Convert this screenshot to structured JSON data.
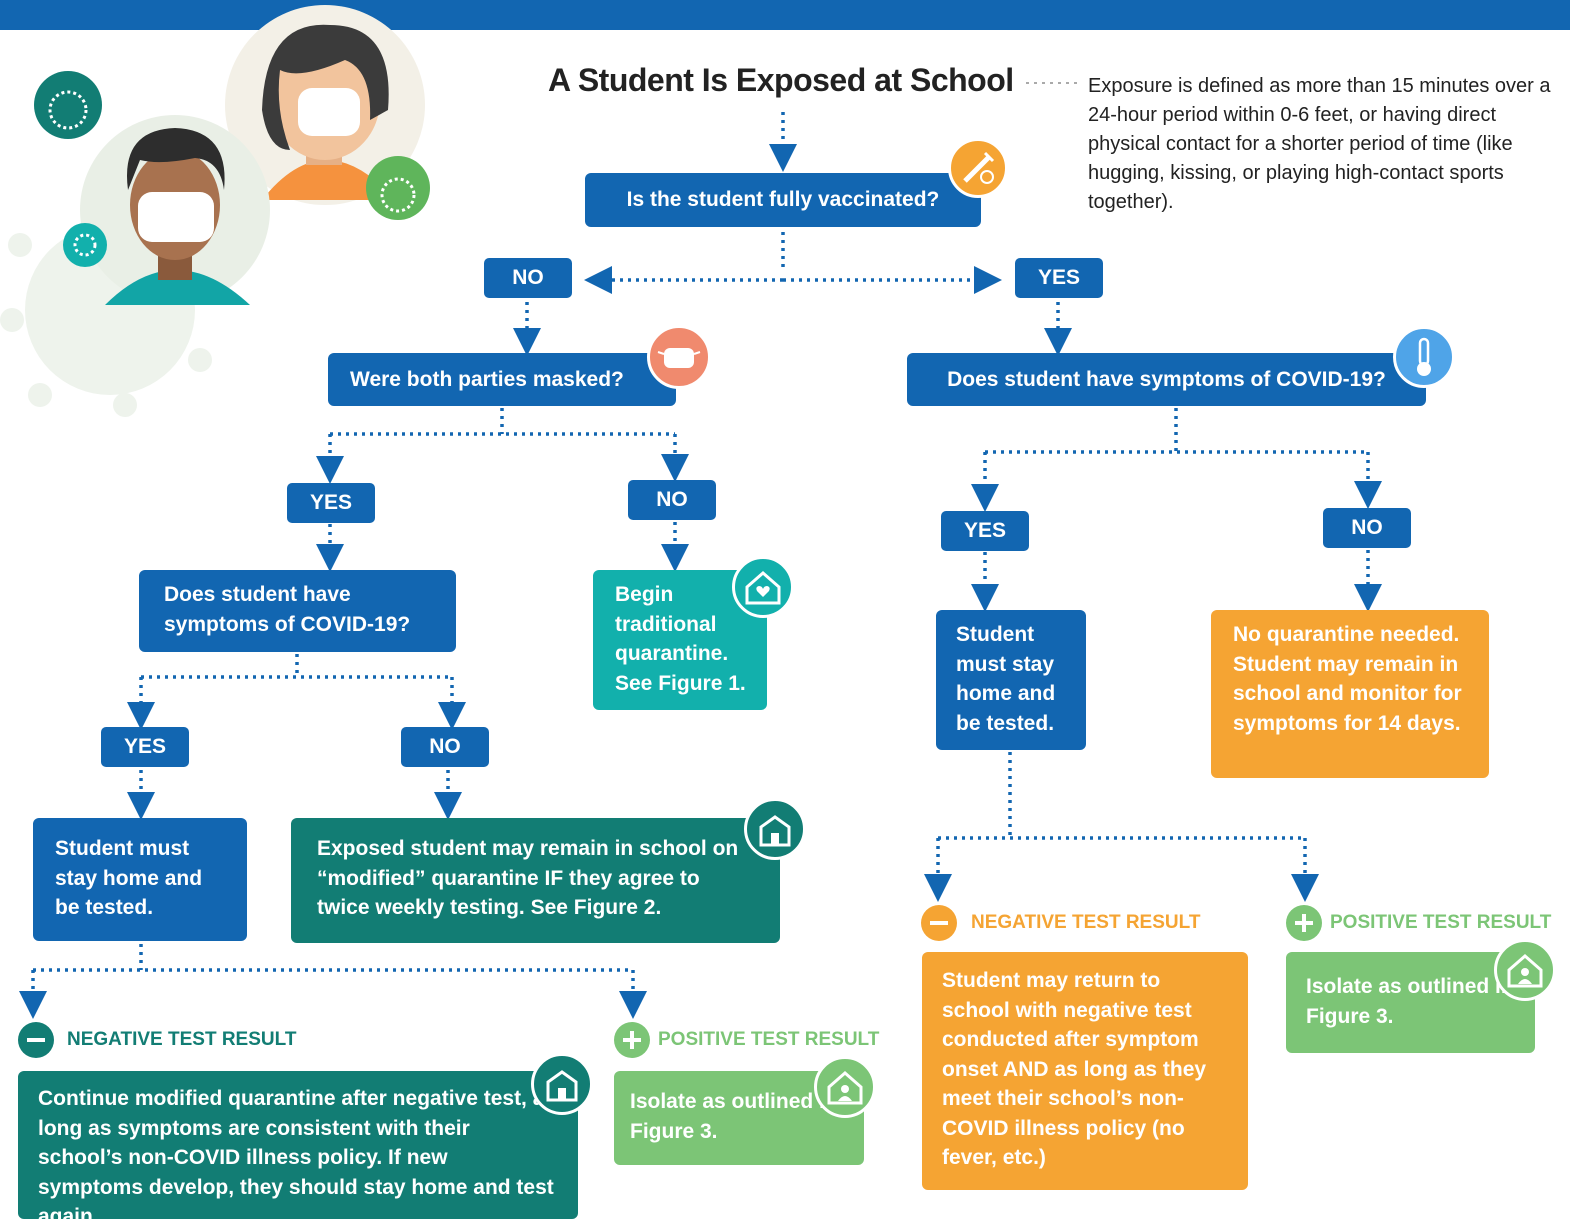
{
  "title": "A Student Is Exposed at School",
  "exposure_note": "Exposure is defined as more than 15 minutes over a 24-hour period within 0-6 feet, or having direct physical contact for a shorter period of time (like hugging, kissing, or playing high-contact sports together).",
  "q_vaccinated": "Is the student fully vaccinated?",
  "no_label": "NO",
  "yes_label": "YES",
  "q_masked": "Were both parties masked?",
  "q_symptoms_right": "Does student have symptoms of COVID-19?",
  "q_symptoms_left": "Does student have symptoms of COVID-19?",
  "begin_quarantine": "Begin traditional quarantine.",
  "see_figure_1": "See Figure 1.",
  "left_stay_home": "Student must stay home and be tested.",
  "modified_quarantine": "Exposed student may remain in school on “modified” quarantine IF they agree to twice weekly testing.",
  "see_figure_2": "See Figure 2.",
  "right_stay_home": "Student must stay home and be tested.",
  "no_quarantine": "No quarantine needed. Student may remain in school and monitor for symptoms for 14 days.",
  "negative_label": "NEGATIVE TEST RESULT",
  "positive_label": "POSITIVE TEST RESULT",
  "continue_modified": "Continue modified quarantine after negative test, as long as symptoms are consistent with their school’s non-COVID illness policy. If new symptoms develop, they should stay home and test again.",
  "isolate_text": "Isolate as outlined in",
  "figure_3": "Figure 3.",
  "return_school": "Student may return to school with negative test conducted after symptom onset AND as long as they meet their school’s non-COVID illness policy (no fever, etc.)",
  "colors": {
    "blue": "#1266b1",
    "teal": "#12b0ac",
    "dark_teal": "#127d74",
    "orange": "#f5a433",
    "green": "#7cc576",
    "mask_icon": "#f08a6e"
  },
  "icons": [
    "vaccine-icon",
    "mask-icon",
    "thermometer-icon",
    "home-heart-icon",
    "school-icon",
    "house-person-icon",
    "minus-icon",
    "plus-icon",
    "virus-icon",
    "student-avatar-icon"
  ]
}
